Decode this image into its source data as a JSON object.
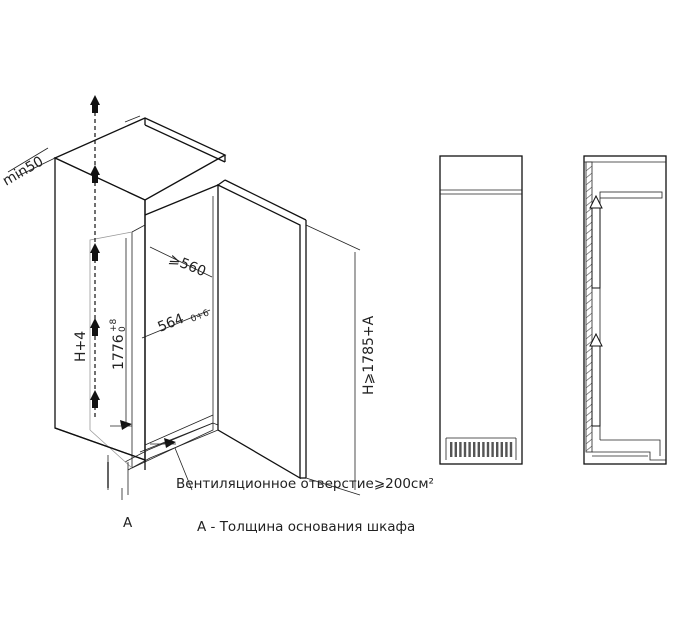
{
  "labels": {
    "min50": "min50",
    "width_cabinet": "⩾560",
    "width_unit": "564",
    "width_unit_tol": "0+6",
    "height_unit": "1776",
    "height_unit_tol_top": "+8",
    "height_unit_tol_bottom": "0",
    "height_side": "H+4",
    "height_niche": "H⩾1785+A",
    "vent": "Вентиляционное отверстие⩾200см²",
    "a_marker": "A",
    "a_legend": "A - Толщина основания шкафа"
  },
  "colors": {
    "line": "#111111",
    "arrow": "#111111",
    "grille": "#dddddd"
  }
}
